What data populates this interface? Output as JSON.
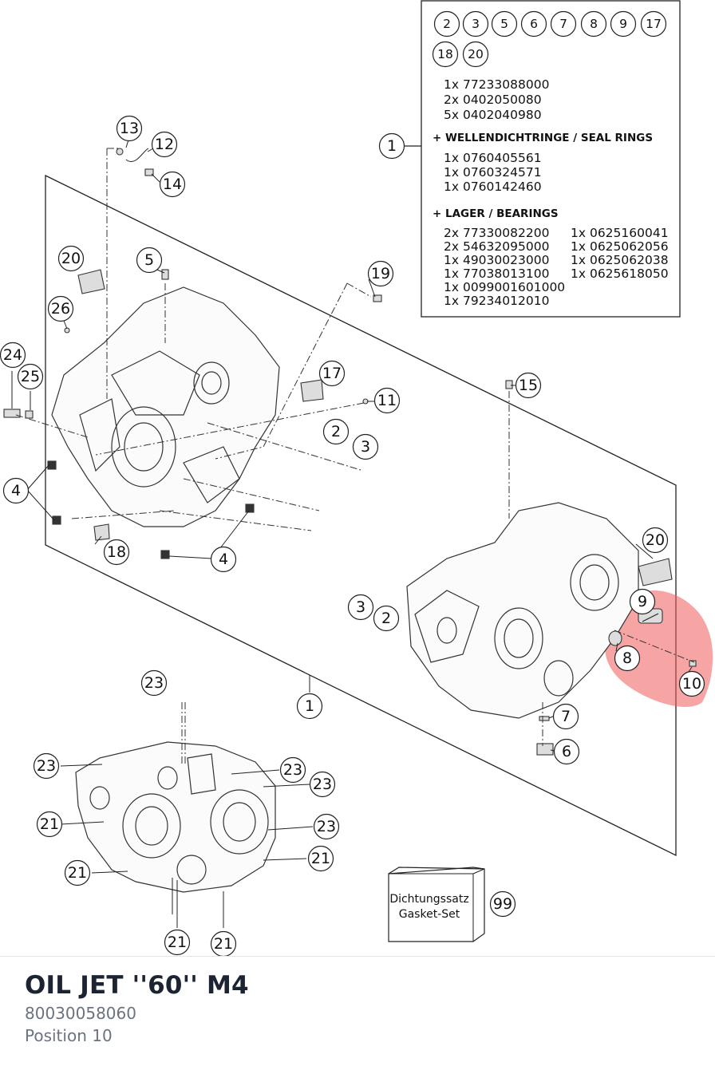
{
  "diagram": {
    "legend_numbers": [
      "2",
      "3",
      "5",
      "6",
      "7",
      "8",
      "9",
      "17",
      "18",
      "20"
    ],
    "legend_callout": "1",
    "parts_lines": [
      "1x 77233088000",
      "2x 0402050080",
      "5x 0402040980"
    ],
    "seal_heading": "+ WELLENDICHTRINGE / SEAL RINGS",
    "seal_lines": [
      "1x 0760405561",
      "1x 0760324571",
      "1x 0760142460"
    ],
    "bearing_heading": "+ LAGER / BEARINGS",
    "bearing_col1": [
      "2x 77330082200",
      "2x 54632095000",
      "1x 49030023000",
      "1x 77038013100",
      "1x 0099001601000",
      "1x 79234012010"
    ],
    "bearing_col2": [
      "1x 0625160041",
      "1x 0625062056",
      "1x 0625062038",
      "1x 0625618050"
    ],
    "gasket_label_1": "Dichtungssatz",
    "gasket_label_2": "Gasket-Set",
    "gasket_callout": "99",
    "callouts": [
      "13",
      "12",
      "14",
      "20",
      "5",
      "19",
      "26",
      "24",
      "25",
      "17",
      "11",
      "2",
      "3",
      "15",
      "4",
      "4",
      "18",
      "20",
      "9",
      "8",
      "10",
      "3",
      "2",
      "1",
      "7",
      "6",
      "23",
      "23",
      "23",
      "23",
      "23",
      "21",
      "21",
      "21",
      "21",
      "21",
      "21"
    ],
    "highlight_color": "#f05a5a"
  },
  "part": {
    "name": "OIL JET ''60'' M4",
    "number": "80030058060",
    "position": "Position 10"
  }
}
